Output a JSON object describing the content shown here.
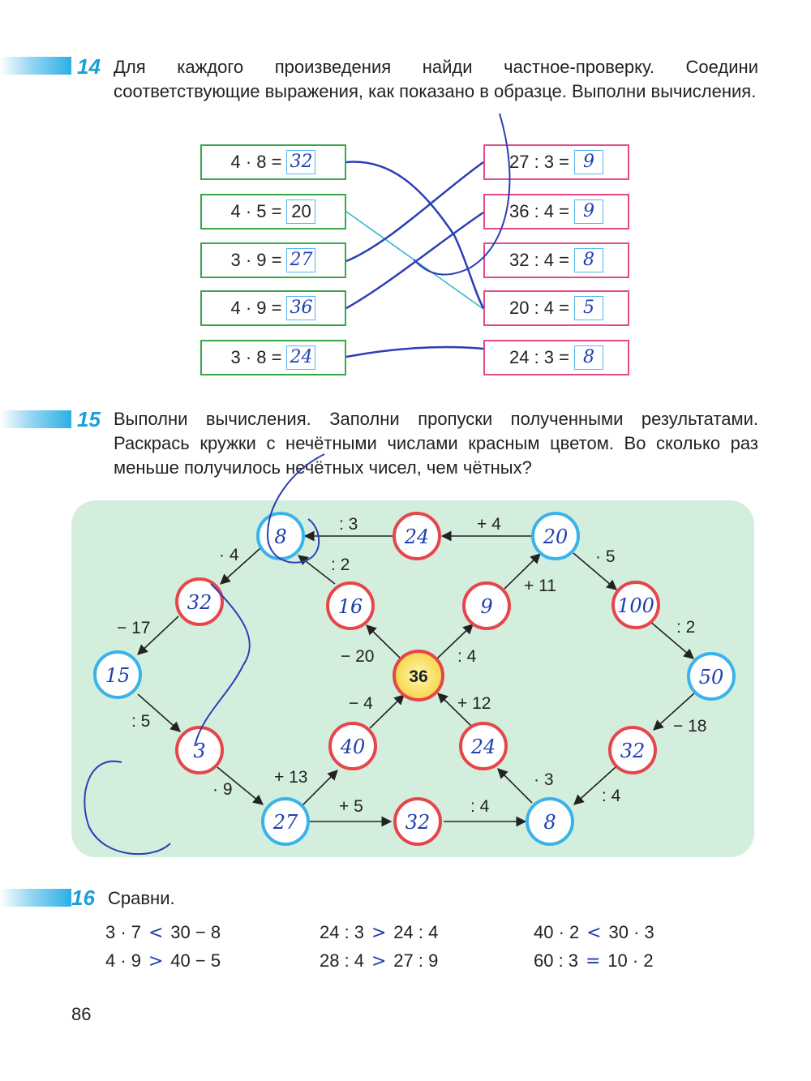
{
  "task14": {
    "number": "14",
    "text": "Для каждого произведения найди частное-проверку. Соедини соответствующие выражения, как показано в образце. Выполни вычисления.",
    "products": [
      {
        "expr": "4 · 8 =",
        "answer": "32"
      },
      {
        "expr": "4 · 5 =",
        "answer": "20"
      },
      {
        "expr": "3 · 9 =",
        "answer": "27"
      },
      {
        "expr": "4 · 9 =",
        "answer": "36"
      },
      {
        "expr": "3 · 8 =",
        "answer": "24"
      }
    ],
    "quotients": [
      {
        "expr": "27 : 3 =",
        "answer": "9"
      },
      {
        "expr": "36 : 4 =",
        "answer": "9"
      },
      {
        "expr": "32 : 4 =",
        "answer": "8"
      },
      {
        "expr": "20 : 4 =",
        "answer": "5"
      },
      {
        "expr": "24 : 3 =",
        "answer": "8"
      }
    ]
  },
  "task15": {
    "number": "15",
    "text": "Выполни вычисления. Заполни пропуски полученными результатами. Раскрась кружки с нечётными числами красным цветом. Во сколько раз меньше получилось нечётных чисел, чем чётных?",
    "center": "36",
    "nodes": [
      {
        "id": "n8a",
        "value": "8",
        "ring": "blue"
      },
      {
        "id": "n24a",
        "value": "24",
        "ring": "red"
      },
      {
        "id": "n20",
        "value": "20",
        "ring": "blue"
      },
      {
        "id": "n32a",
        "value": "32",
        "ring": "red"
      },
      {
        "id": "n16",
        "value": "16",
        "ring": "red"
      },
      {
        "id": "n9",
        "value": "9",
        "ring": "red"
      },
      {
        "id": "n100",
        "value": "100",
        "ring": "red"
      },
      {
        "id": "n15",
        "value": "15",
        "ring": "blue"
      },
      {
        "id": "n50",
        "value": "50",
        "ring": "blue"
      },
      {
        "id": "n3",
        "value": "3",
        "ring": "red"
      },
      {
        "id": "n40",
        "value": "40",
        "ring": "red"
      },
      {
        "id": "n24b",
        "value": "24",
        "ring": "red"
      },
      {
        "id": "n32b",
        "value": "32",
        "ring": "red"
      },
      {
        "id": "n27",
        "value": "27",
        "ring": "blue"
      },
      {
        "id": "n32c",
        "value": "32",
        "ring": "red"
      },
      {
        "id": "n8b",
        "value": "8",
        "ring": "blue"
      }
    ],
    "ops": {
      "div3": ": 3",
      "plus4": "+ 4",
      "mul4": "· 4",
      "div2a": ": 2",
      "mul5": "· 5",
      "plus11": "+ 11",
      "minus17": "− 17",
      "div2b": ": 2",
      "minus20": "− 20",
      "div4a": ": 4",
      "div5": ": 5",
      "minus4": "− 4",
      "plus12": "+ 12",
      "minus18": "− 18",
      "plus13": "+ 13",
      "mul9": "· 9",
      "mul3": "· 3",
      "plus5": "+ 5",
      "div4b": ": 4",
      "div4c": ": 4"
    }
  },
  "task16": {
    "number": "16",
    "text": "Сравни.",
    "rows": [
      [
        {
          "left": "3 · 7",
          "sign": "<",
          "right": "30 − 8"
        },
        {
          "left": "24 : 3",
          "sign": ">",
          "right": "24 : 4"
        },
        {
          "left": "40 · 2",
          "sign": "<",
          "right": "30 · 3"
        }
      ],
      [
        {
          "left": "4 · 9",
          "sign": ">",
          "right": "40 − 5"
        },
        {
          "left": "28 : 4",
          "sign": ">",
          "right": "27 : 9"
        },
        {
          "left": "60 : 3",
          "sign": "=",
          "right": "10 · 2"
        }
      ]
    ]
  },
  "page_number": "86",
  "colors": {
    "accent": "#2aaee6",
    "green_box": "#3aa64a",
    "pink_box": "#e24a8c",
    "ring_blue": "#3ab3ec",
    "ring_red": "#e6464a",
    "panel": "#d4eede",
    "handwriting": "#1f3fb0"
  }
}
